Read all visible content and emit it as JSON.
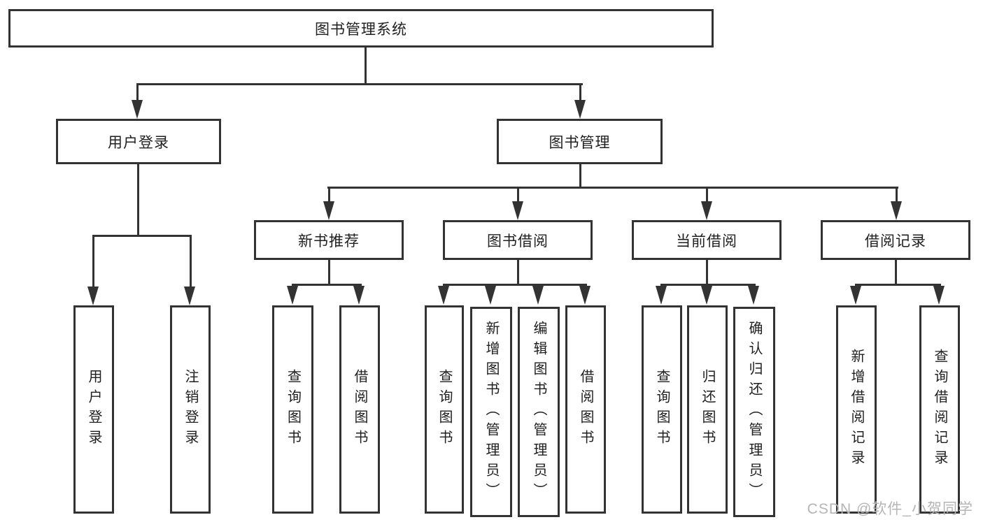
{
  "diagram": {
    "type": "hierarchy",
    "root": {
      "label": "图书管理系统"
    },
    "level2": [
      {
        "label": "用户登录"
      },
      {
        "label": "图书管理"
      }
    ],
    "level3": [
      {
        "label": "新书推荐"
      },
      {
        "label": "图书借阅"
      },
      {
        "label": "当前借阅"
      },
      {
        "label": "借阅记录"
      }
    ],
    "leaves": {
      "user_login": [
        {
          "label": "用户登录"
        },
        {
          "label": "注销登录"
        }
      ],
      "new_book_recommend": [
        {
          "label": "查询图书"
        },
        {
          "label": "借阅图书"
        }
      ],
      "book_borrowing": [
        {
          "label": "查询图书"
        },
        {
          "label": "新增图书（管理员）"
        },
        {
          "label": "编辑图书（管理员）"
        },
        {
          "label": "借阅图书"
        }
      ],
      "current_borrowing": [
        {
          "label": "查询图书"
        },
        {
          "label": "归还图书"
        },
        {
          "label": "确认归还（管理员）"
        }
      ],
      "borrowing_records": [
        {
          "label": "新增借阅记录"
        },
        {
          "label": "查询借阅记录"
        }
      ]
    },
    "style": {
      "line_color": "#333333",
      "box_fill": "#ffffff",
      "text_color": "#1f1f1f"
    }
  },
  "watermark": {
    "text": "CSDN @软件_小贺同学",
    "color": "#b5b5b5"
  }
}
